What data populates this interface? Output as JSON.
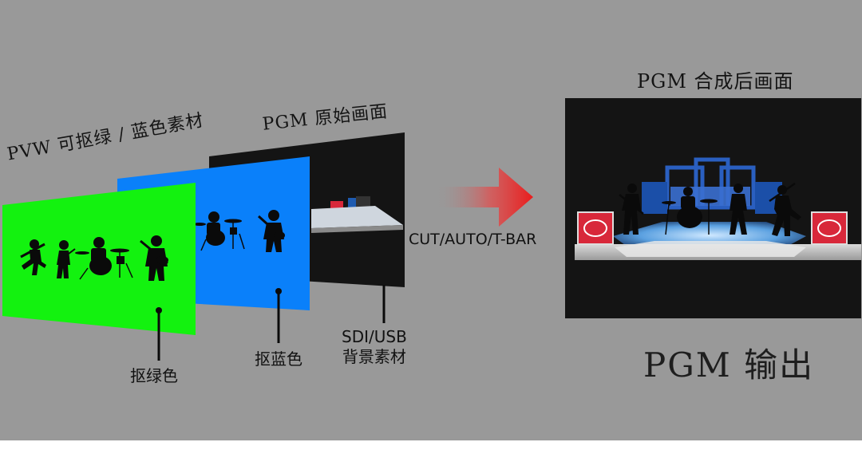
{
  "labels": {
    "pvw_title": "PVW 可抠绿 / 蓝色素材",
    "pgm_source_title": "PGM 原始画面",
    "pgm_composite_title": "PGM 合成后画面",
    "transition_modes": "CUT/AUTO/T-BAR",
    "pgm_output": "PGM 输出",
    "green_key": "抠绿色",
    "blue_key": "抠蓝色",
    "background_source_line1": "SDI/USB",
    "background_source_line2": "背景素材"
  },
  "icons": {
    "arrow": "right-arrow-icon",
    "performer": "performer-silhouette-icon",
    "drum_kit": "drum-kit-icon"
  },
  "colors": {
    "background": "#999999",
    "green_screen": "#13f20f",
    "blue_screen": "#0a80fa",
    "dark_layer": "#141414",
    "arrow_red": "#ea1c1c",
    "monitor_red": "#d8283a",
    "stage_blue": "#1e5bb0"
  }
}
